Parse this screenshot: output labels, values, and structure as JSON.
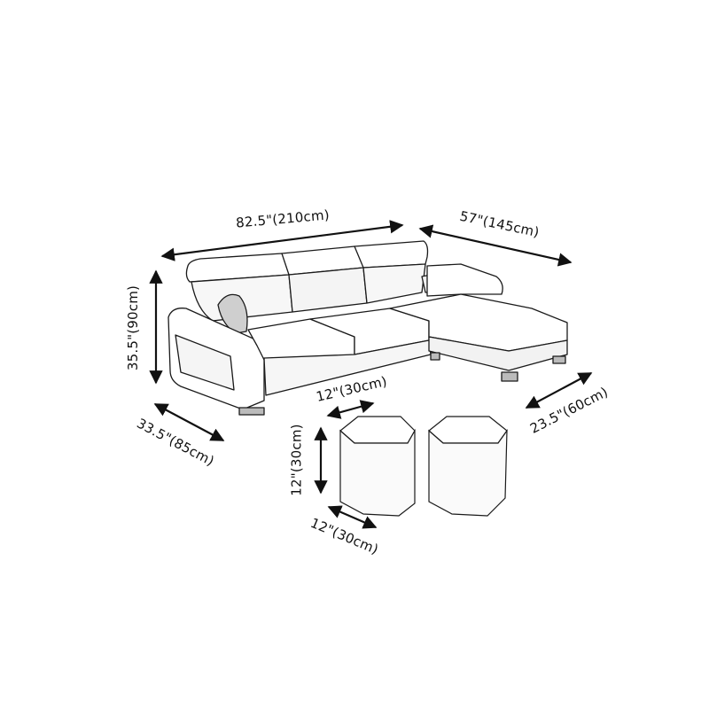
{
  "diagram": {
    "subject": "L-shaped sectional sofa with chaise and two hexagonal ottomans",
    "dimensions": {
      "sofa_width": "82.5\"(210cm)",
      "chaise_length": "57\"(145cm)",
      "sofa_height": "35.5\"(90cm)",
      "sofa_depth": "33.5\"(85cm)",
      "chaise_width": "23.5\"(60cm)",
      "ottoman_width": "12\"(30cm)",
      "ottoman_height": "12\"(30cm)",
      "ottoman_depth": "12\"(30cm)"
    },
    "colors": {
      "line": "#1a1a1a",
      "fill": "#ffffff",
      "shade": "#ececec"
    }
  }
}
